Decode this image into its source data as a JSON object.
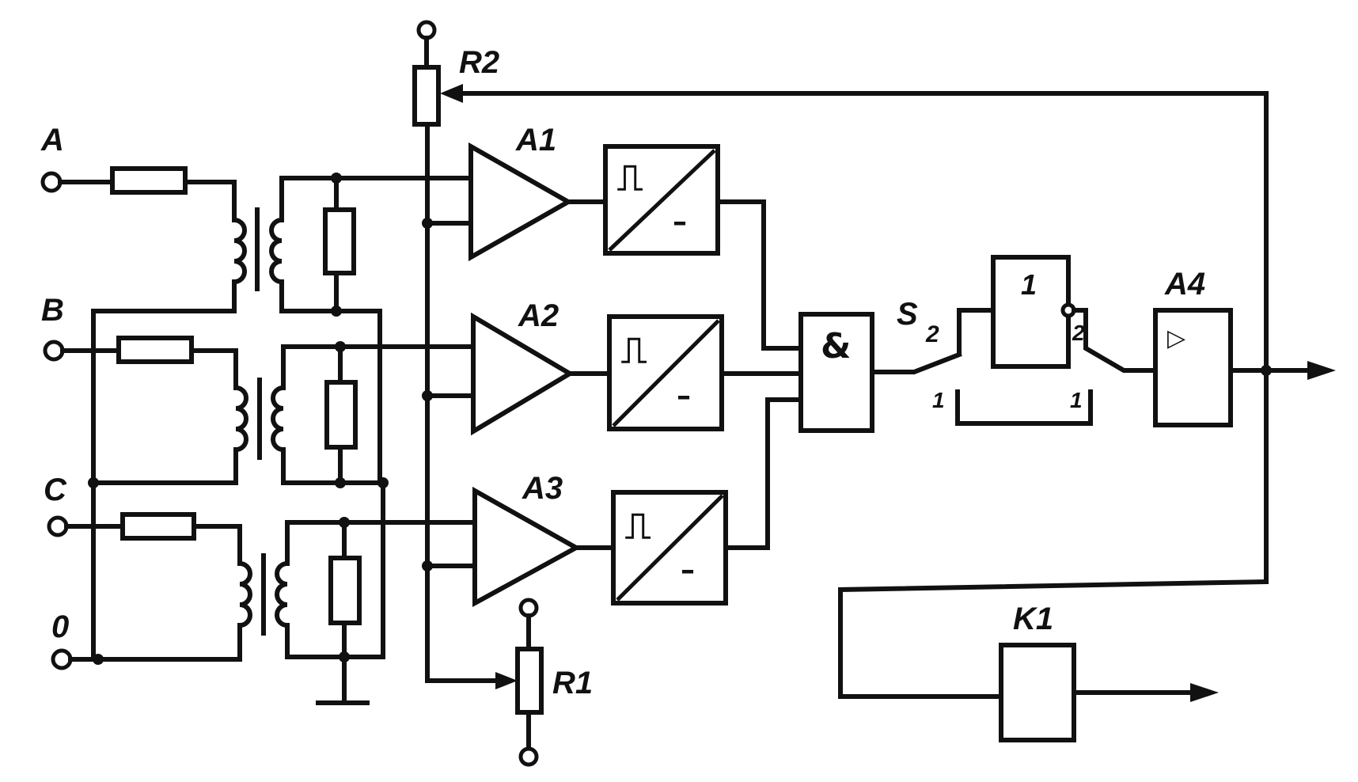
{
  "inputs": {
    "a": "A",
    "b": "B",
    "c": "C",
    "o": "0"
  },
  "potentiometers": {
    "r1": "R1",
    "r2": "R2"
  },
  "amplifiers": {
    "a1": "A1",
    "a2": "A2",
    "a3": "A3",
    "a4": "A4"
  },
  "and_gate": {
    "symbol": "&"
  },
  "or_gate": {
    "symbol": "1"
  },
  "switch": {
    "name": "S",
    "sub": "2",
    "contact_1": "1",
    "contact_2": "2",
    "loop_left": "1",
    "loop_right": "1"
  },
  "amplifier_a4": {
    "symbol": "▷"
  },
  "relay": {
    "name": "K1"
  },
  "converter": {
    "pulse": "⎍",
    "minus": "–"
  }
}
